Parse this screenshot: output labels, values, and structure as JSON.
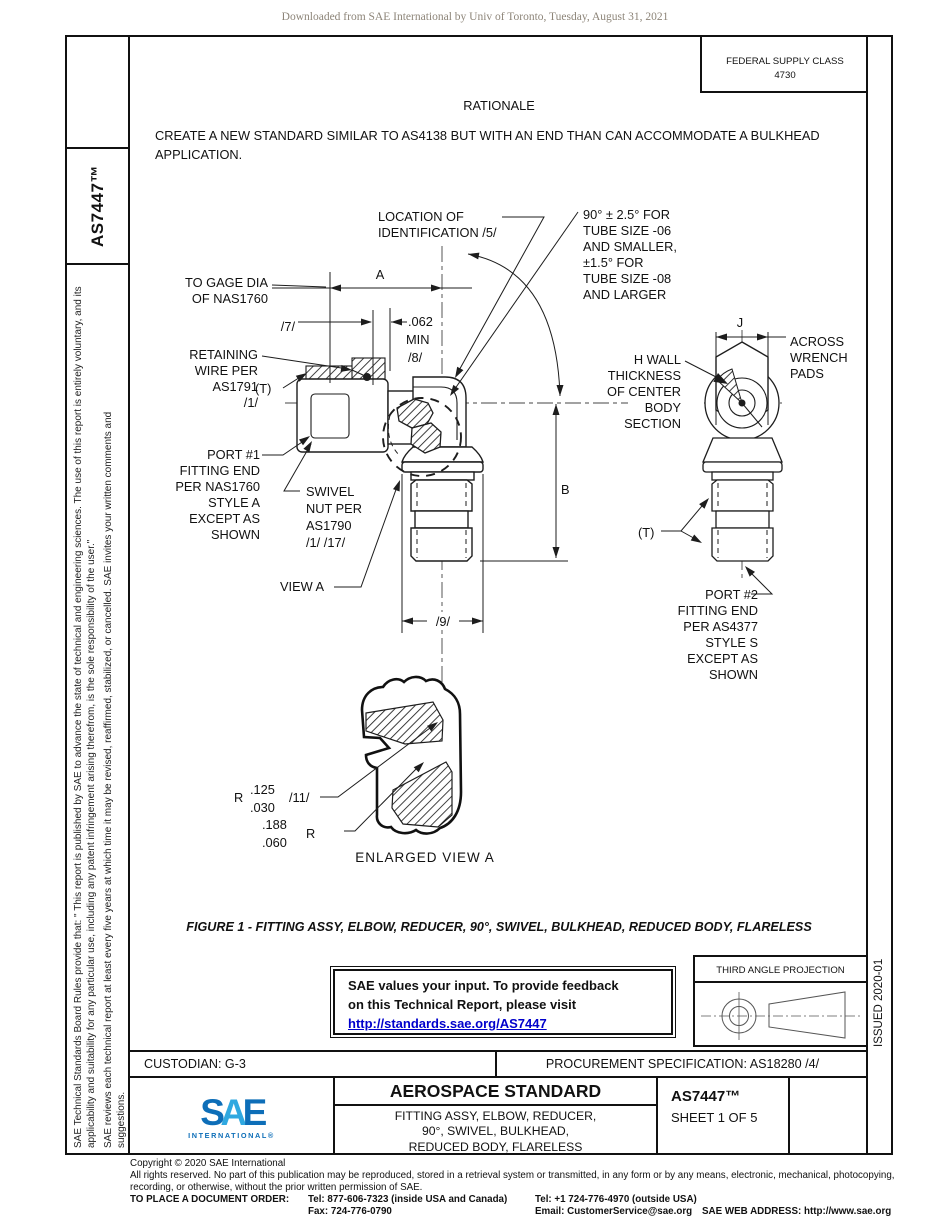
{
  "meta": {
    "download_notice": "Downloaded from SAE International by Univ of Toronto, Tuesday, August 31, 2021"
  },
  "header": {
    "fsc_label": "FEDERAL SUPPLY CLASS",
    "fsc_value": "4730",
    "rationale_title": "RATIONALE",
    "rationale_body": "CREATE A NEW STANDARD SIMILAR TO AS4138 BUT WITH AN END THAN CAN ACCOMMODATE A BULKHEAD APPLICATION."
  },
  "sidebar": {
    "doc_number": "AS7447™",
    "disclaimer_para1": "SAE Technical Standards Board Rules provide that: \" This report is published by SAE to advance the state of technical and engineering sciences. The use of this report is entirely voluntary, and its applicability and suitability for any particular use, including any patent infringement arising therefrom, is the sole responsibility of the user.\"",
    "disclaimer_para2": "SAE reviews each technical report at least every five years at which time it may be revised, reaffirmed, stabilized, or cancelled. SAE invites your written comments and suggestions."
  },
  "dwg": {
    "loc1": "LOCATION OF",
    "loc2": "IDENTIFICATION  /5/",
    "ang": [
      "90° ± 2.5° FOR",
      "TUBE SIZE -06",
      "AND SMALLER,",
      "±1.5° FOR",
      "TUBE SIZE -08",
      "AND LARGER"
    ],
    "gage1": "TO GAGE DIA",
    "gage2": "OF NAS1760",
    "dimA": "A",
    "dim7": "/7/",
    "d062": ".062",
    "dMIN": "MIN",
    "d8": "/8/",
    "ret": [
      "RETAINING",
      "WIRE PER",
      "AS1791",
      "/1/"
    ],
    "tL": "(T)",
    "tR": "(T)",
    "port1": [
      "PORT #1",
      "FITTING END",
      "PER NAS1760",
      "STYLE  A",
      "EXCEPT AS",
      "SHOWN"
    ],
    "swv": [
      "SWIVEL",
      "NUT PER",
      "AS1790",
      "/1/  /17/"
    ],
    "viewA": "VIEW A",
    "dim9": "/9/",
    "dimB": "B",
    "hwall": [
      "H  WALL",
      "THICKNESS",
      "OF CENTER",
      "BODY",
      "SECTION"
    ],
    "dimJ": "J",
    "across": [
      "ACROSS",
      "WRENCH",
      "PADS"
    ],
    "port2": [
      "PORT #2",
      "FITTING END",
      "PER AS4377",
      "STYLE  S",
      "EXCEPT AS",
      "SHOWN"
    ],
    "r1r": "R",
    "r1top": ".125",
    "r1bot": ".030",
    "r1note": "/11/",
    "r2top": ".188",
    "r2bot": ".060",
    "r2r": "R",
    "enlarged": "ENLARGED  VIEW A"
  },
  "figure": {
    "caption": "FIGURE 1 - FITTING ASSY, ELBOW, REDUCER, 90°, SWIVEL, BULKHEAD, REDUCED BODY, FLARELESS"
  },
  "feedback": {
    "line1": "SAE values your input. To provide feedback",
    "line2": "on this Technical Report, please visit",
    "link": "http://standards.sae.org/AS7447"
  },
  "projection": {
    "title": "THIRD ANGLE PROJECTION"
  },
  "issued": "ISSUED 2020-01",
  "titleblock": {
    "custodian": "CUSTODIAN: G-3",
    "procurement": "PROCUREMENT SPECIFICATION: AS18280 /4/",
    "logo_s": "S",
    "logo_a": "A",
    "logo_e": "E",
    "logo_sub": "INTERNATIONAL®",
    "doc_type": "AEROSPACE STANDARD",
    "subtitle1": "FITTING ASSY, ELBOW, REDUCER,",
    "subtitle2": "90°, SWIVEL, BULKHEAD,",
    "subtitle3": "REDUCED BODY, FLARELESS",
    "doc_number": "AS7447™",
    "sheet": "SHEET 1 OF 5"
  },
  "legal": {
    "copyright": "Copyright © 2020 SAE International",
    "rights1": "All rights reserved. No part of this publication may be reproduced, stored in a retrieval system or transmitted, in any form or by any means, electronic, mechanical, photocopying,",
    "rights2": "recording, or otherwise, without the prior written permission of SAE.",
    "order_label": "TO PLACE A DOCUMENT ORDER:",
    "tel1": "Tel: 877-606-7323 (inside USA and Canada)",
    "tel2": "Tel: +1 724-776-4970 (outside USA)",
    "fax": "Fax: 724-776-0790",
    "email": "Email: CustomerService@sae.org",
    "web": "SAE WEB ADDRESS: http://www.sae.org"
  },
  "colors": {
    "link_blue": "#0000cc",
    "sae_blue": "#0d6eb8",
    "sae_light_blue": "#2fa8e0"
  }
}
